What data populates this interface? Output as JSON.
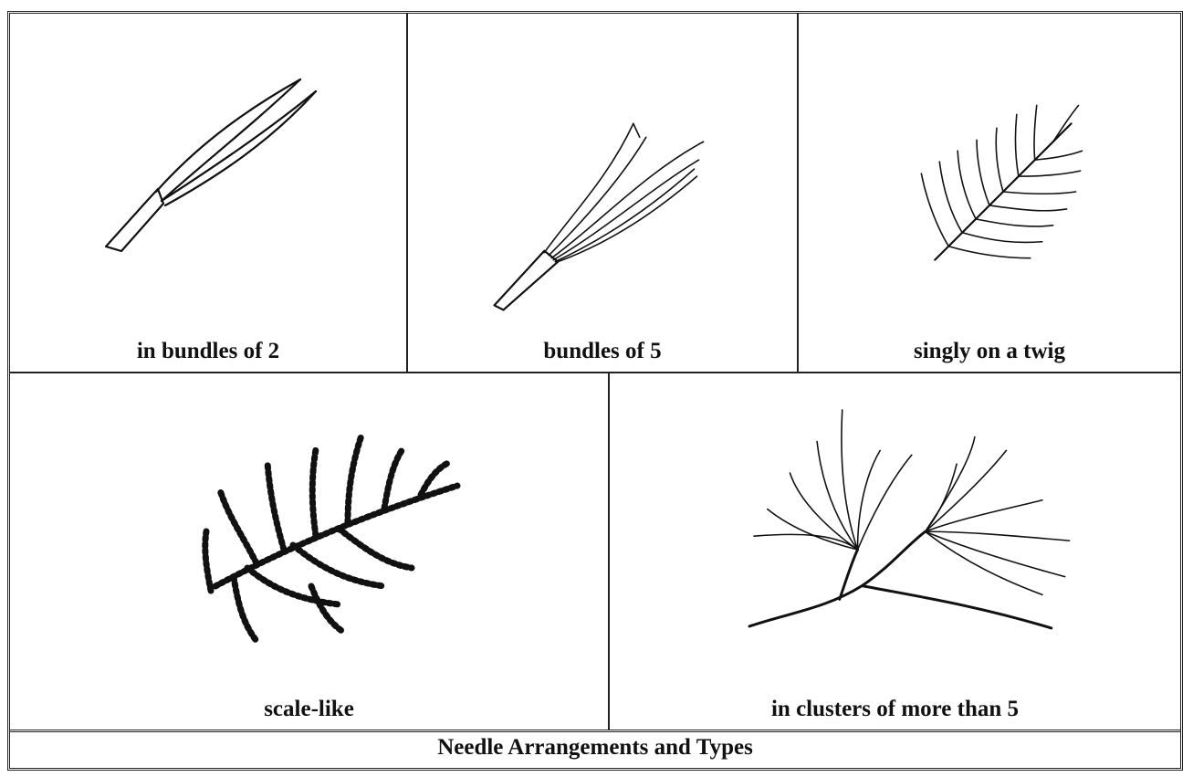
{
  "panels": [
    {
      "label": "in bundles of 2",
      "icon": "pine-needle-bundle-2-icon"
    },
    {
      "label": "bundles of 5",
      "icon": "pine-needle-bundle-5-icon"
    },
    {
      "label": "singly on a twig",
      "icon": "single-needles-twig-icon"
    },
    {
      "label": "scale-like",
      "icon": "scale-like-foliage-icon"
    },
    {
      "label": "in clusters of more than 5",
      "icon": "needle-clusters-icon"
    }
  ],
  "caption": "Needle Arrangements and Types"
}
